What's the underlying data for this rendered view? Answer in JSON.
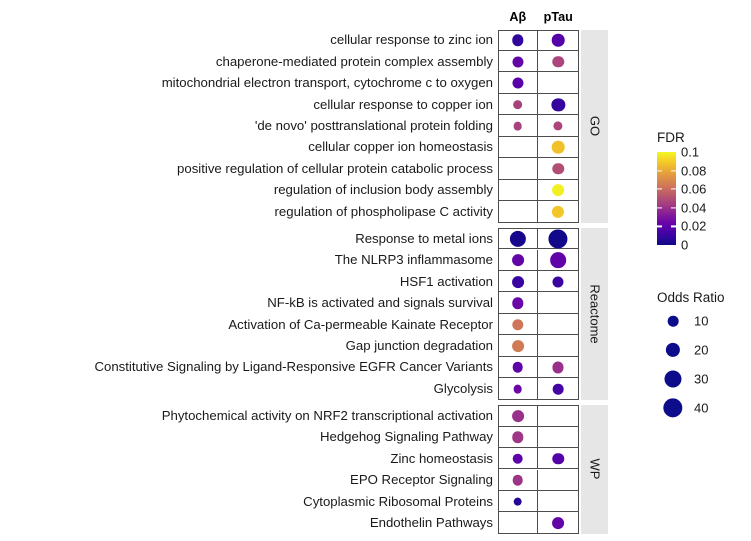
{
  "chart_data": {
    "type": "scatter",
    "plot_kind": "dot-plot",
    "title": "",
    "xlabel": "",
    "ylabel": "",
    "columns": [
      "Aβ",
      "pTau"
    ],
    "panels": [
      {
        "name": "GO",
        "rows": [
          {
            "label": "cellular response to zinc ion",
            "points": [
              {
                "column": "Aβ",
                "odds_ratio": 12,
                "fdr": 0.008
              },
              {
                "column": "pTau",
                "odds_ratio": 15,
                "fdr": 0.018
              }
            ]
          },
          {
            "label": "chaperone-mediated protein complex assembly",
            "points": [
              {
                "column": "Aβ",
                "odds_ratio": 11,
                "fdr": 0.022
              },
              {
                "column": "pTau",
                "odds_ratio": 12,
                "fdr": 0.047
              }
            ]
          },
          {
            "label": "mitochondrial electron transport, cytochrome c to oxygen",
            "points": [
              {
                "column": "Aβ",
                "odds_ratio": 11,
                "fdr": 0.019
              }
            ]
          },
          {
            "label": "cellular response to copper ion",
            "points": [
              {
                "column": "Aβ",
                "odds_ratio": 8,
                "fdr": 0.046
              },
              {
                "column": "pTau",
                "odds_ratio": 17,
                "fdr": 0.009
              }
            ]
          },
          {
            "label": "'de novo' posttranslational protein folding",
            "points": [
              {
                "column": "Aβ",
                "odds_ratio": 6,
                "fdr": 0.046
              },
              {
                "column": "pTau",
                "odds_ratio": 7,
                "fdr": 0.047
              }
            ]
          },
          {
            "label": "cellular copper ion homeostasis",
            "points": [
              {
                "column": "pTau",
                "odds_ratio": 15,
                "fdr": 0.087
              }
            ]
          },
          {
            "label": "positive regulation of cellular protein catabolic process",
            "points": [
              {
                "column": "pTau",
                "odds_ratio": 12,
                "fdr": 0.05
              }
            ]
          },
          {
            "label": "regulation of inclusion body assembly",
            "points": [
              {
                "column": "pTau",
                "odds_ratio": 13,
                "fdr": 0.098
              }
            ]
          },
          {
            "label": "regulation of phospholipase C activity",
            "points": [
              {
                "column": "pTau",
                "odds_ratio": 14,
                "fdr": 0.088
              }
            ]
          }
        ]
      },
      {
        "name": "Reactome",
        "rows": [
          {
            "label": "Response to metal ions",
            "points": [
              {
                "column": "Aβ",
                "odds_ratio": 27,
                "fdr": 0.002
              },
              {
                "column": "pTau",
                "odds_ratio": 39,
                "fdr": 0.001
              }
            ]
          },
          {
            "label": "The NLRP3 inflammasome",
            "points": [
              {
                "column": "Aβ",
                "odds_ratio": 13,
                "fdr": 0.022
              },
              {
                "column": "pTau",
                "odds_ratio": 25,
                "fdr": 0.021
              }
            ]
          },
          {
            "label": "HSF1 activation",
            "points": [
              {
                "column": "Aβ",
                "odds_ratio": 13,
                "fdr": 0.01
              },
              {
                "column": "pTau",
                "odds_ratio": 11,
                "fdr": 0.01
              }
            ]
          },
          {
            "label": "NF-kB is activated and signals survival",
            "points": [
              {
                "column": "Aβ",
                "odds_ratio": 12,
                "fdr": 0.024
              }
            ]
          },
          {
            "label": "Activation of Ca-permeable Kainate Receptor",
            "points": [
              {
                "column": "Aβ",
                "odds_ratio": 12,
                "fdr": 0.063
              }
            ]
          },
          {
            "label": "Gap junction degradation",
            "points": [
              {
                "column": "Aβ",
                "odds_ratio": 13,
                "fdr": 0.065
              }
            ]
          },
          {
            "label": "Constitutive Signaling by Ligand-Responsive EGFR Cancer Variants",
            "points": [
              {
                "column": "Aβ",
                "odds_ratio": 10,
                "fdr": 0.021
              },
              {
                "column": "pTau",
                "odds_ratio": 11,
                "fdr": 0.04
              }
            ]
          },
          {
            "label": "Glycolysis",
            "points": [
              {
                "column": "Aβ",
                "odds_ratio": 6,
                "fdr": 0.025
              },
              {
                "column": "pTau",
                "odds_ratio": 10,
                "fdr": 0.013
              }
            ]
          }
        ]
      },
      {
        "name": "WP",
        "rows": [
          {
            "label": "Phytochemical activity on NRF2 transcriptional activation",
            "points": [
              {
                "column": "Aβ",
                "odds_ratio": 13,
                "fdr": 0.04
              }
            ]
          },
          {
            "label": "Hedgehog Signaling Pathway",
            "points": [
              {
                "column": "Aβ",
                "odds_ratio": 12,
                "fdr": 0.042
              }
            ]
          },
          {
            "label": "Zinc homeostasis",
            "points": [
              {
                "column": "Aβ",
                "odds_ratio": 10,
                "fdr": 0.02
              },
              {
                "column": "pTau",
                "odds_ratio": 12,
                "fdr": 0.018
              }
            ]
          },
          {
            "label": "EPO Receptor Signaling",
            "points": [
              {
                "column": "Aβ",
                "odds_ratio": 10,
                "fdr": 0.041
              }
            ]
          },
          {
            "label": "Cytoplasmic Ribosomal Proteins",
            "points": [
              {
                "column": "Aβ",
                "odds_ratio": 6,
                "fdr": 0.005
              }
            ]
          },
          {
            "label": "Endothelin Pathways",
            "points": [
              {
                "column": "pTau",
                "odds_ratio": 13,
                "fdr": 0.022
              }
            ]
          }
        ]
      }
    ],
    "color_legend": {
      "title": "FDR",
      "ticks": [
        "0.1",
        "0.08",
        "0.06",
        "0.04",
        "0.02",
        "0"
      ],
      "tick_values": [
        0.1,
        0.08,
        0.06,
        0.04,
        0.02,
        0
      ],
      "range": [
        0,
        0.1
      ],
      "colormap": "plasma-reversed",
      "color_low": "#0d0887",
      "color_high": "#f9d324"
    },
    "size_legend": {
      "title": "Odds Ratio",
      "ticks": [
        "10",
        "20",
        "30",
        "40"
      ],
      "tick_values": [
        10,
        20,
        30,
        40
      ],
      "color": "#0d0d8c"
    }
  }
}
